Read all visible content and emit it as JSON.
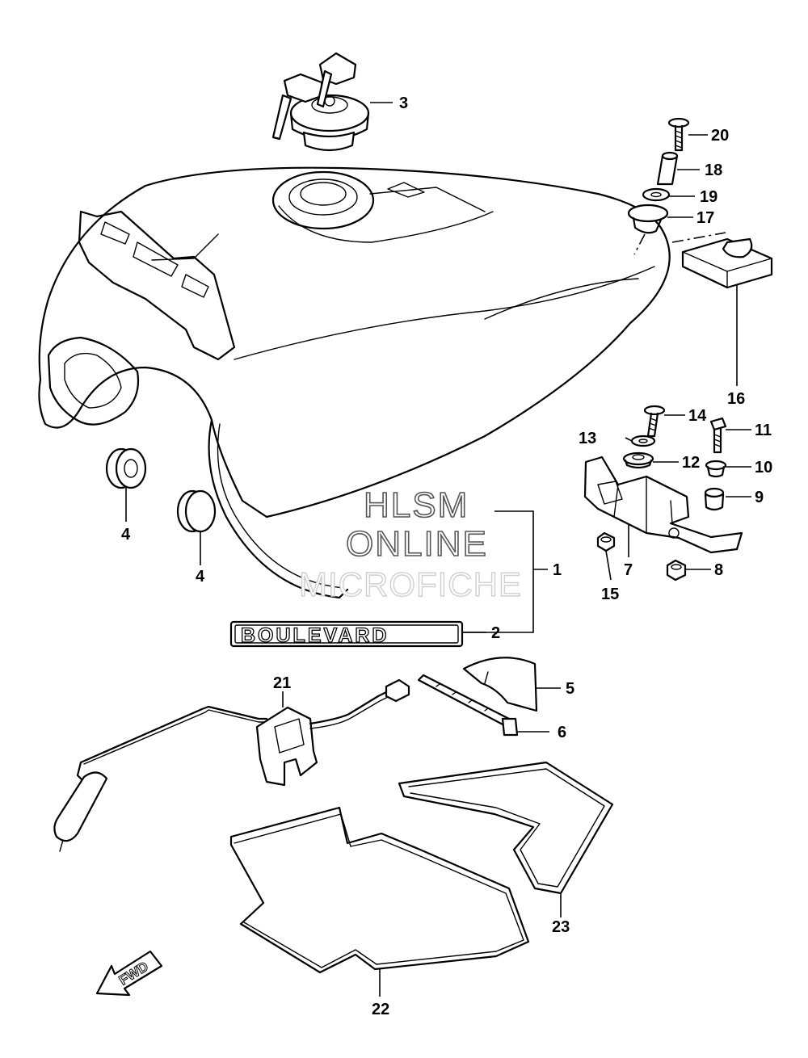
{
  "watermark": {
    "line1": "HLSM",
    "line2": "ONLINE",
    "line3": "MICROFICHE"
  },
  "emblem_text": "BOULEVARD",
  "direction_label": "FWD",
  "callouts": {
    "c1": "1",
    "c2": "2",
    "c3": "3",
    "c4a": "4",
    "c4b": "4",
    "c5": "5",
    "c6": "6",
    "c7": "7",
    "c8": "8",
    "c9": "9",
    "c10": "10",
    "c11": "11",
    "c12": "12",
    "c13": "13",
    "c14": "14",
    "c15": "15",
    "c16": "16",
    "c17": "17",
    "c18": "18",
    "c19": "19",
    "c20": "20",
    "c21": "21",
    "c22": "22",
    "c23": "23"
  }
}
